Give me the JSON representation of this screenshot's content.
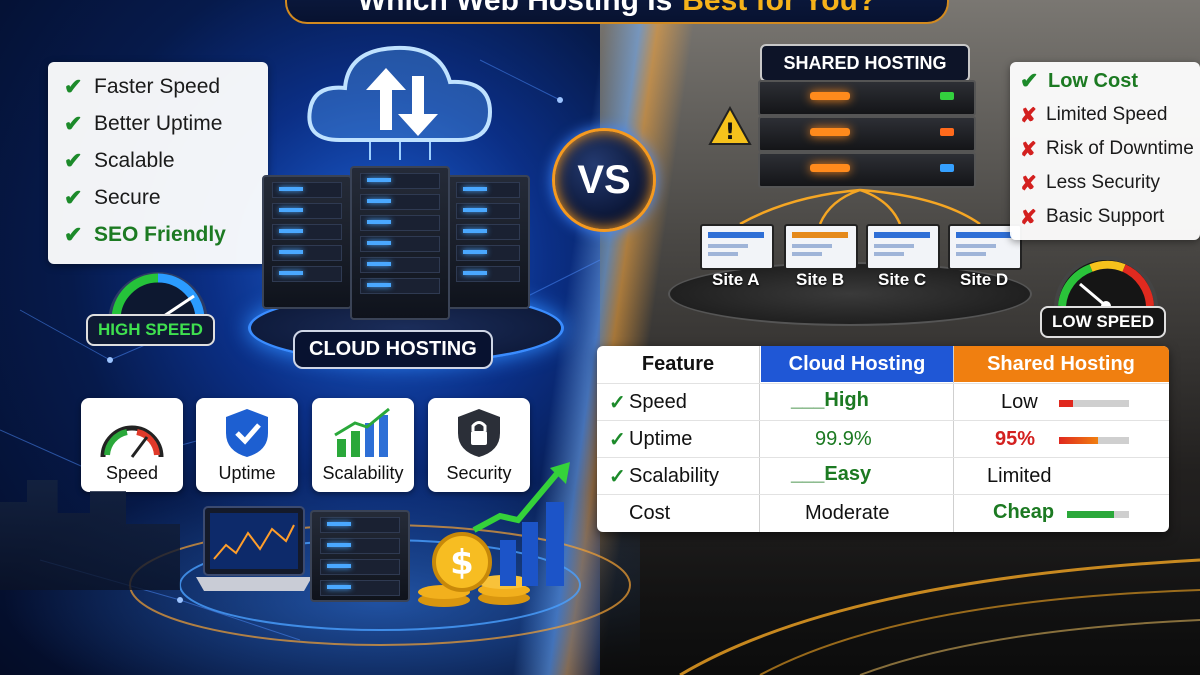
{
  "title": {
    "part1": "Which Web Hosting Is",
    "part2": "Best for You?"
  },
  "cloud_benefits": [
    "Faster Speed",
    "Better Uptime",
    "Scalable",
    "Secure",
    "SEO Friendly"
  ],
  "cloud_gauge_label": "HIGH SPEED",
  "cloud_label": "CLOUD HOSTING",
  "vs": "VS",
  "feature_tiles": [
    "Speed",
    "Uptime",
    "Scalability",
    "Security"
  ],
  "shared_header": "SHARED HOSTING",
  "shared_sites": [
    "Site A",
    "Site B",
    "Site C",
    "Site D"
  ],
  "shared_points": {
    "positive": [
      "Low Cost"
    ],
    "negative": [
      "Limited Speed",
      "Risk of Downtime",
      "Less Security",
      "Basic Support"
    ]
  },
  "shared_gauge_label": "LOW SPEED",
  "comparison": {
    "headers": [
      "Feature",
      "Cloud Hosting",
      "Shared Hosting"
    ],
    "rows": [
      {
        "feature": "Speed",
        "check": "✓",
        "cloud": "___High",
        "shared": "Low",
        "shared_level": 0.2
      },
      {
        "feature": "Uptime",
        "check": "✓",
        "cloud": "99.9%",
        "shared": "95%",
        "shared_level": 0.55
      },
      {
        "feature": "Scalability",
        "check": "✓",
        "cloud": "___Easy",
        "shared": "Limited"
      },
      {
        "feature": "Cost",
        "check": "",
        "cloud": "Moderate",
        "shared": "Cheap",
        "shared_level": 0.75
      }
    ]
  },
  "colors": {
    "cloud_accent": "#1f6fe0",
    "shared_accent": "#f07f10",
    "good": "#1c8a2a",
    "bad": "#d3201f"
  },
  "icons": [
    "check-icon",
    "x-icon",
    "cloud-upload-download-icon",
    "gauge-icon",
    "shield-check-icon",
    "growth-chart-icon",
    "lock-shield-icon",
    "warning-icon",
    "dollar-coin-icon",
    "laptop-icon"
  ]
}
